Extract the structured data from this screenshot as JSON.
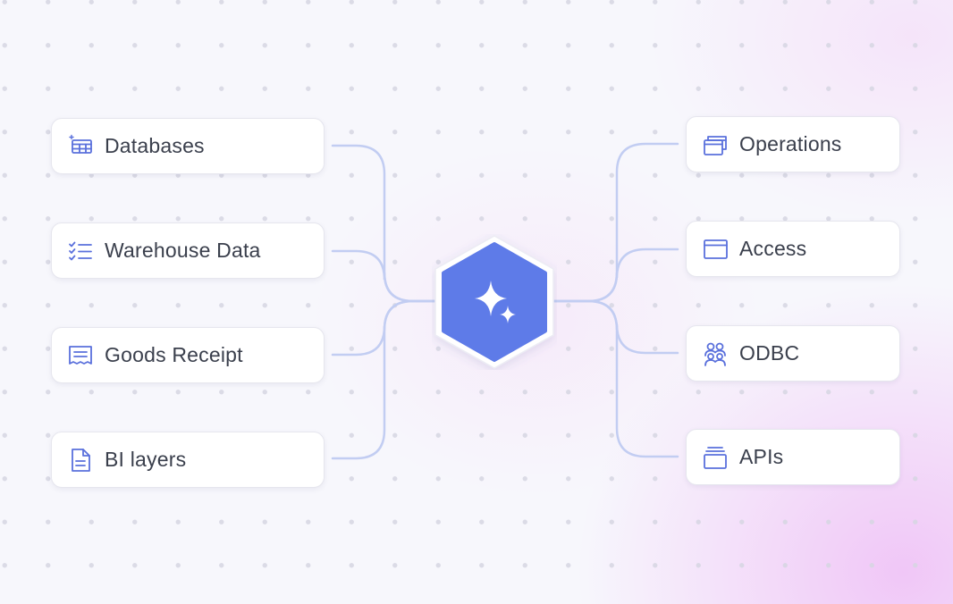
{
  "colors": {
    "accent": "#5e7be8",
    "line": "#c2cdf2",
    "icon": "#5a70dc"
  },
  "hub": {
    "icon": "sparkles-icon"
  },
  "left_items": [
    {
      "label": "Databases",
      "icon": "database-table-icon"
    },
    {
      "label": "Warehouse Data",
      "icon": "checklist-icon"
    },
    {
      "label": "Goods Receipt",
      "icon": "receipt-icon"
    },
    {
      "label": "BI layers",
      "icon": "document-icon"
    }
  ],
  "right_items": [
    {
      "label": "Operations",
      "icon": "stacked-windows-icon"
    },
    {
      "label": "Access",
      "icon": "browser-window-icon"
    },
    {
      "label": "ODBC",
      "icon": "users-group-icon"
    },
    {
      "label": "APIs",
      "icon": "stacked-layers-icon"
    }
  ]
}
